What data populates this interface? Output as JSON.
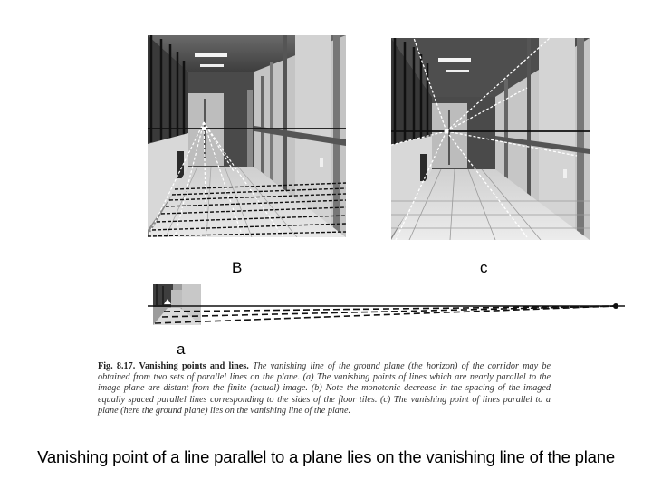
{
  "figure": {
    "panels": [
      {
        "id": "B",
        "label": "B",
        "description": "corridor photo with horizon line, converging floor lines and equally spaced horizontal dashed lines"
      },
      {
        "id": "c",
        "label": "c",
        "description": "corridor photo with horizon line and dashed lines converging to central vanishing point"
      },
      {
        "id": "a",
        "label": "a",
        "description": "small corridor photo with dashed lines extending to a distant vanishing point on the horizon line"
      }
    ],
    "caption": {
      "fig_number": "Fig. 8.17.",
      "fig_title": "Vanishing points and lines.",
      "text": "The vanishing line of the ground plane (the horizon) of the corridor may be obtained from two sets of parallel lines on the plane. (a) The vanishing points of lines which are nearly parallel to the image plane are distant from the finite (actual) image. (b) Note the monotonic decrease in the spacing of the imaged equally spaced parallel lines corresponding to the sides of the floor tiles. (c) The vanishing point of lines parallel to a plane (here the ground plane) lies on the vanishing line of the plane."
    }
  },
  "slide": {
    "caption": "Vanishing point of a line parallel to a plane lies on the vanishing line of the plane"
  },
  "colors": {
    "horizon_line": "#111111",
    "dashed_white": "#ffffff",
    "dashed_black": "#111111",
    "background": "#ffffff"
  }
}
